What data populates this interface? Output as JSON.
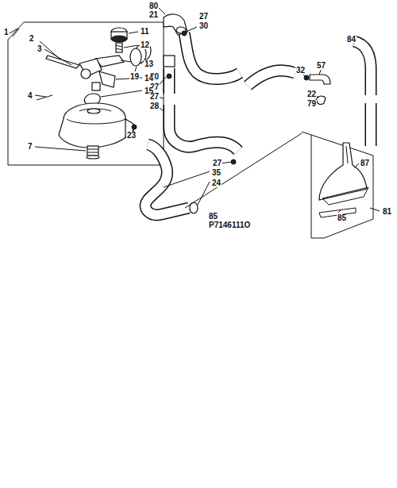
{
  "diagram": {
    "labels": [
      "1",
      "80",
      "21",
      "27",
      "30",
      "84",
      "2",
      "11",
      "3",
      "12",
      "13",
      "57",
      "32",
      "19",
      "20",
      "14",
      "27",
      "15",
      "4",
      "27",
      "22",
      "79",
      "28",
      "23",
      "7",
      "27",
      "87",
      "35",
      "24",
      "85",
      "81",
      "85",
      "P7146111O"
    ]
  }
}
